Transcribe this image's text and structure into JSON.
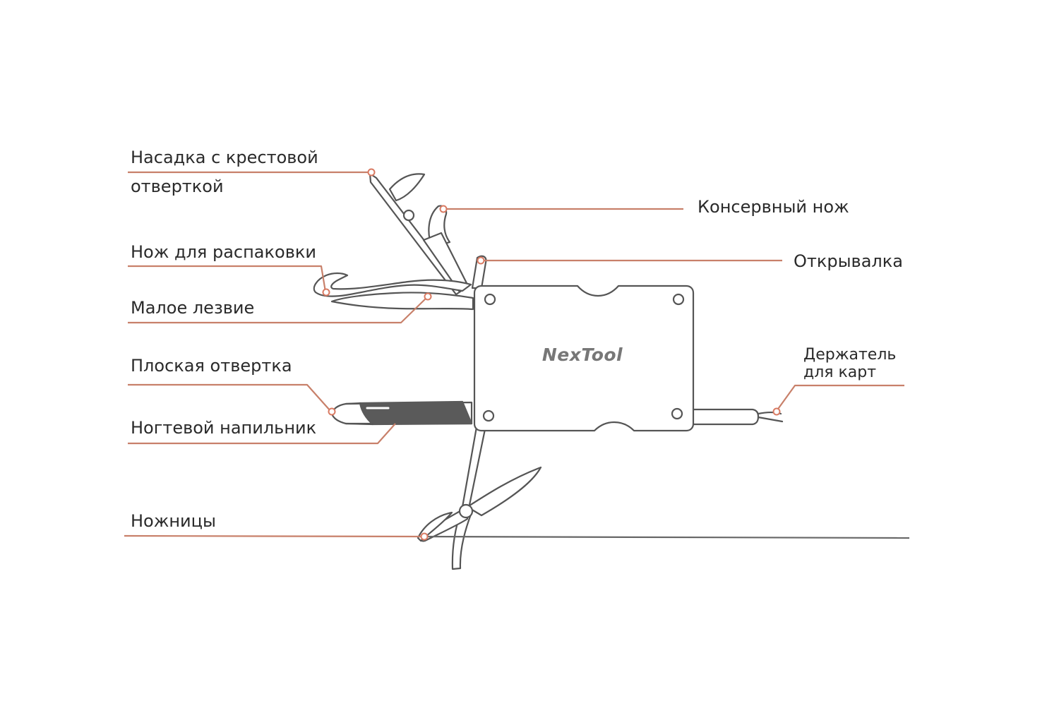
{
  "brand": "NexTool",
  "labels": {
    "phillips_bit_line1": "Насадка с крестовой",
    "phillips_bit_line2": "отверткой",
    "can_opener": "Консервный нож",
    "unboxing_knife": "Нож для распаковки",
    "bottle_opener": "Открывалка",
    "small_blade": "Малое лезвие",
    "card_holder_line1": "Держатель",
    "card_holder_line2": "для карт",
    "flat_screwdriver": "Плоская отвертка",
    "nail_file": "Ногтевой напильник",
    "scissors": "Ножницы"
  },
  "colors": {
    "leader_line": "#c8806a",
    "point": "#d97a62",
    "outline": "#555555",
    "text": "#2a2a2a",
    "file": "#5a5a5a"
  }
}
